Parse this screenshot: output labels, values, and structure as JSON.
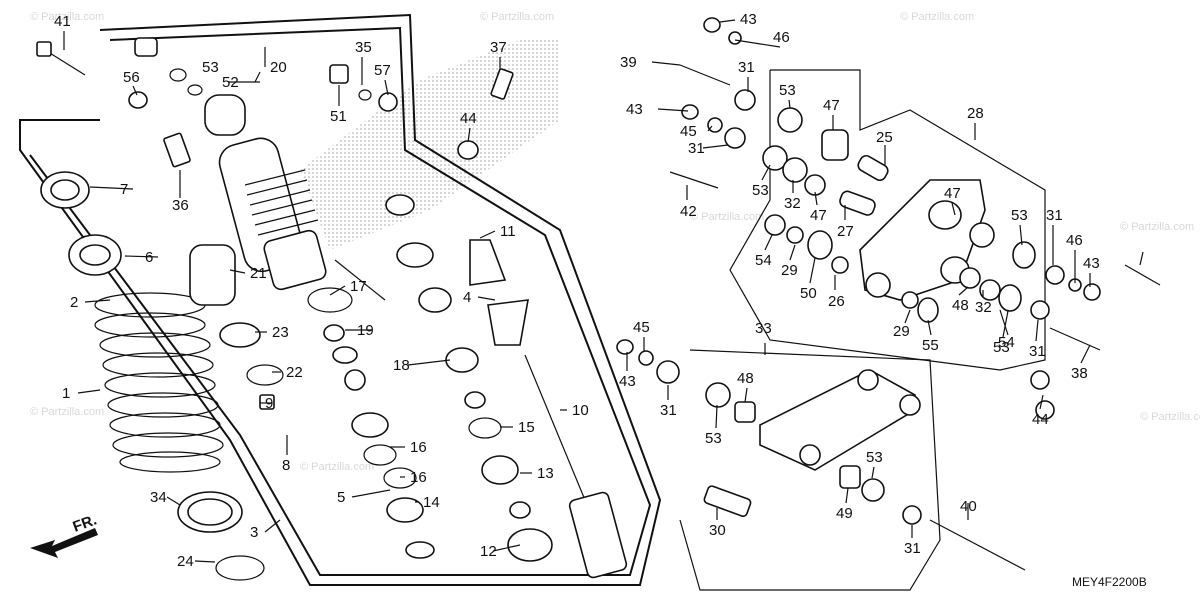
{
  "diagram": {
    "code": "MEY4F2200B",
    "front_label": "FR.",
    "watermark": "© Partzilla.com",
    "callouts": [
      "1",
      "2",
      "3",
      "4",
      "5",
      "6",
      "7",
      "8",
      "9",
      "10",
      "11",
      "12",
      "13",
      "14",
      "15",
      "16",
      "16",
      "17",
      "18",
      "19",
      "20",
      "21",
      "22",
      "23",
      "24",
      "25",
      "26",
      "27",
      "28",
      "29",
      "29",
      "30",
      "31",
      "31",
      "31",
      "31",
      "31",
      "31",
      "32",
      "32",
      "33",
      "34",
      "35",
      "36",
      "37",
      "38",
      "39",
      "40",
      "41",
      "42",
      "43",
      "43",
      "43",
      "43",
      "44",
      "44",
      "45",
      "45",
      "46",
      "46",
      "47",
      "47",
      "47",
      "48",
      "48",
      "49",
      "50",
      "51",
      "52",
      "53",
      "53",
      "53",
      "53",
      "53",
      "53",
      "53",
      "54",
      "54",
      "55",
      "56",
      "57"
    ]
  }
}
